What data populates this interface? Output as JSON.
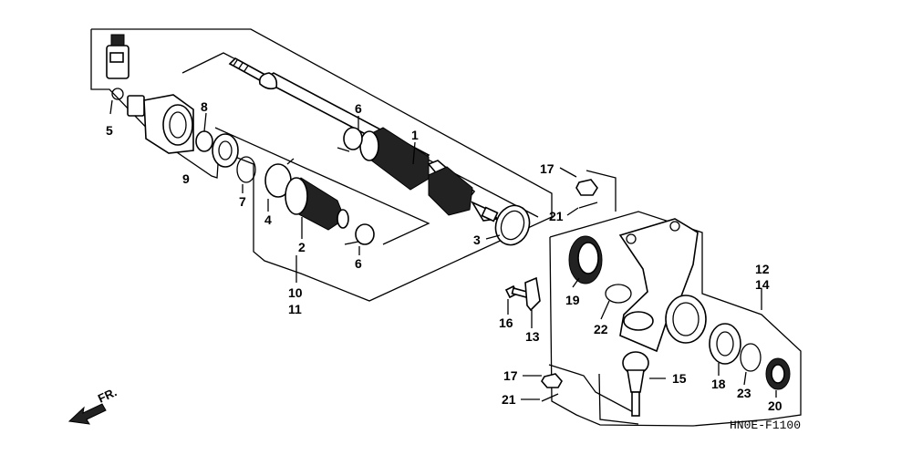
{
  "callouts": {
    "p1": "1",
    "p2": "2",
    "p3": "3",
    "p4": "4",
    "p5": "5",
    "p6a": "6",
    "p6b": "6",
    "p7": "7",
    "p8": "8",
    "p9": "9",
    "p10": "10",
    "p11": "11",
    "p12": "12",
    "p13": "13",
    "p14": "14",
    "p15": "15",
    "p16": "16",
    "p17a": "17",
    "p17b": "17",
    "p18": "18",
    "p19": "19",
    "p20": "20",
    "p21a": "21",
    "p21b": "21",
    "p22": "22",
    "p23": "23"
  },
  "diagram_code": "HN0E-F1100",
  "direction_label": "FR.",
  "colors": {
    "line": "#000000",
    "background": "#ffffff",
    "boot_shade": "#222222"
  }
}
